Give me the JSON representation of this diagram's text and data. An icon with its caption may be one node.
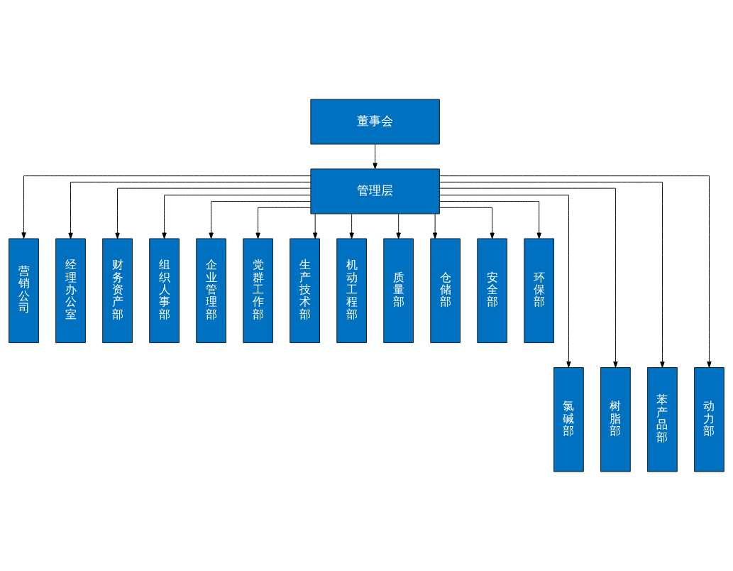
{
  "diagram": {
    "nodes": [
      {
        "text": [
          "董事会"
        ]
      },
      {
        "text": [
          "管理层"
        ]
      },
      {
        "text": [
          "营销公司"
        ]
      },
      {
        "text": [
          "经理办公室"
        ]
      },
      {
        "text": [
          "财务资产部"
        ]
      },
      {
        "text": [
          "组织人事部"
        ]
      },
      {
        "text": [
          "企业管理部"
        ]
      },
      {
        "text": [
          "党群工作部"
        ]
      },
      {
        "text": [
          "生产技术部"
        ]
      },
      {
        "text": [
          "机动工程部"
        ]
      },
      {
        "text": [
          "质量部"
        ]
      },
      {
        "text": [
          "仓储部"
        ]
      },
      {
        "text": [
          "安全部"
        ]
      },
      {
        "text": [
          "环保部"
        ]
      },
      {
        "text": [
          "氯碱部"
        ]
      },
      {
        "text": [
          "树脂部"
        ]
      },
      {
        "text": [
          "苯产品部"
        ]
      },
      {
        "text": [
          "动力部"
        ]
      }
    ],
    "edges": [
      {
        "from": 0,
        "to": 1,
        "arrow": "to"
      },
      {
        "from": 1,
        "to": 2,
        "arrow": "to"
      },
      {
        "from": 1,
        "to": 3,
        "arrow": "to"
      },
      {
        "from": 1,
        "to": 4,
        "arrow": "to"
      },
      {
        "from": 1,
        "to": 5,
        "arrow": "to"
      },
      {
        "from": 1,
        "to": 6,
        "arrow": "to"
      },
      {
        "from": 1,
        "to": 7,
        "arrow": "to"
      },
      {
        "from": 1,
        "to": 8,
        "arrow": "to"
      },
      {
        "from": 1,
        "to": 9,
        "arrow": "to"
      },
      {
        "from": 1,
        "to": 10,
        "arrow": "to"
      },
      {
        "from": 1,
        "to": 11,
        "arrow": "to"
      },
      {
        "from": 1,
        "to": 12,
        "arrow": "to"
      },
      {
        "from": 1,
        "to": 13,
        "arrow": "to"
      },
      {
        "from": 1,
        "to": 14,
        "arrow": "to"
      },
      {
        "from": 1,
        "to": 15,
        "arrow": "to"
      },
      {
        "from": 1,
        "to": 16,
        "arrow": "to"
      },
      {
        "from": 1,
        "to": 17,
        "arrow": "to"
      }
    ]
  }
}
